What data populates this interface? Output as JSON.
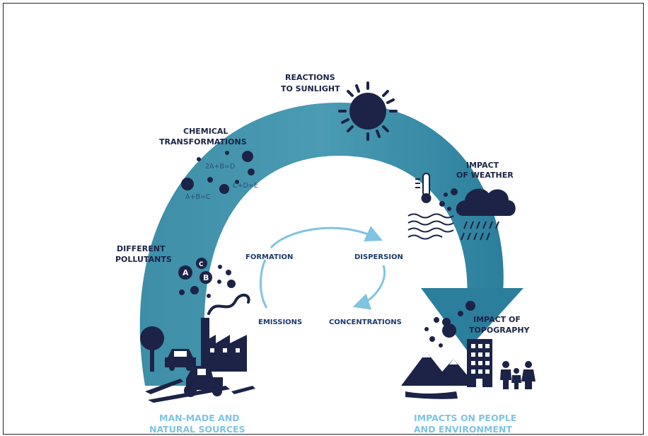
{
  "labels": {
    "reactions_1": "REACTIONS",
    "reactions_2": "TO SUNLIGHT",
    "chemical_1": "CHEMICAL",
    "chemical_2": "TRANSFORMATIONS",
    "weather_1": "IMPACT",
    "weather_2": "OF WEATHER",
    "pollutants_1": "DIFFERENT",
    "pollutants_2": "POLLUTANTS",
    "topography_1": "IMPACT OF",
    "topography_2": "TOPOGRAPHY",
    "sources_1": "MAN-MADE AND",
    "sources_2": "NATURAL SOURCES",
    "impacts_1": "IMPACTS ON PEOPLE",
    "impacts_2": "AND ENVIRONMENT"
  },
  "equations": {
    "eq1": "2A+B=D",
    "eq2": "C+D=E",
    "eq3": "A+B=C"
  },
  "pollutant_letters": [
    "A",
    "B",
    "C"
  ],
  "cycle": {
    "formation": "FORMATION",
    "dispersion": "DISPERSION",
    "emissions": "EMISSIONS",
    "concentrations": "CONCENTRATIONS"
  },
  "colors": {
    "arc": "#3a8ea8",
    "navy": "#1c2346",
    "light_blue": "#7fc4e0"
  },
  "icons": [
    "sun-icon",
    "thermometer-icon",
    "rain-cloud-icon",
    "wind-icon",
    "factory-icon",
    "tree-icon",
    "car-icon",
    "tractor-icon",
    "mountains-icon",
    "building-icon",
    "family-icon"
  ]
}
